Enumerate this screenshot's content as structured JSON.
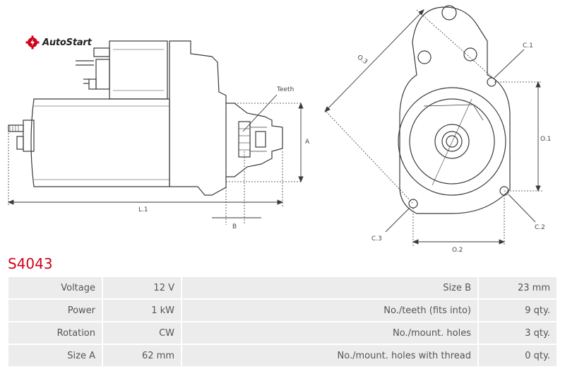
{
  "brand": {
    "name": "AutoStart"
  },
  "product": {
    "code": "S4043"
  },
  "drawing": {
    "labels": {
      "teeth": "Teeth",
      "a": "A",
      "b": "B",
      "l1": "L.1",
      "o1": "O.1",
      "o2": "O.2",
      "o3": "O.3",
      "c1": "C.1",
      "c2": "C.2",
      "c3": "C.3"
    }
  },
  "specs": {
    "rows": [
      {
        "label": "Voltage",
        "value": "12 V",
        "label2": "Size B",
        "value2": "23 mm"
      },
      {
        "label": "Power",
        "value": "1 kW",
        "label2": "No./teeth (fits into)",
        "value2": "9 qty."
      },
      {
        "label": "Rotation",
        "value": "CW",
        "label2": "No./mount. holes",
        "value2": "3 qty."
      },
      {
        "label": "Size A",
        "value": "62 mm",
        "label2": "No./mount. holes with thread",
        "value2": "0 qty."
      }
    ]
  }
}
